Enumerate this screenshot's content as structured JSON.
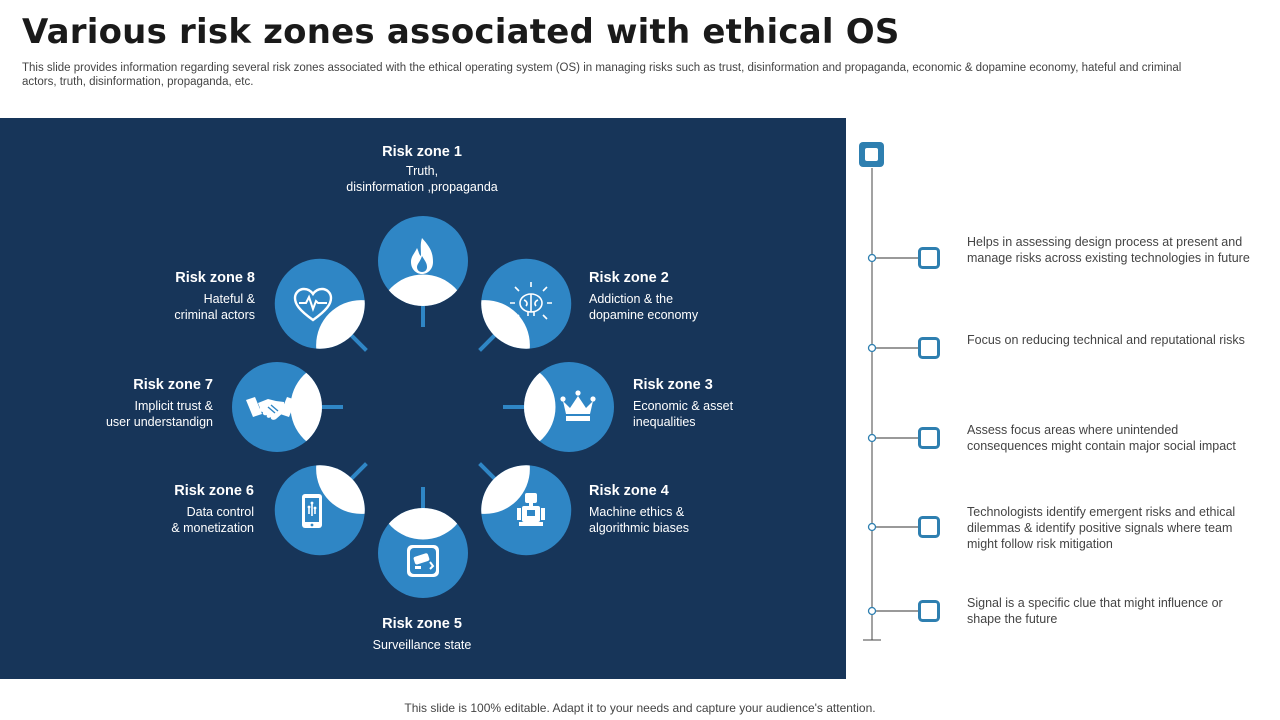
{
  "slide": {
    "title": "Various risk zones associated with ethical OS",
    "subtitle": "This slide provides information regarding several risk zones associated with the ethical operating system (OS) in managing risks such as trust, disinformation and propaganda, economic & dopamine economy, hateful and criminal actors, truth, disinformation, propaganda, etc.",
    "footer": "This slide is 100% editable. Adapt it to your needs and capture your audience's attention."
  },
  "colors": {
    "panel": "#173559",
    "circle": "#2f86c5",
    "timeline_accent": "#2e7fb0"
  },
  "zones": [
    {
      "title": "Risk zone 1",
      "desc": "Truth,\ndisinformation ,propaganda",
      "icon": "fire-icon"
    },
    {
      "title": "Risk zone 2",
      "desc": "Addiction & the\ndopamine economy",
      "icon": "brain-icon"
    },
    {
      "title": "Risk zone 3",
      "desc": "Economic & asset\ninequalities",
      "icon": "crown-icon"
    },
    {
      "title": "Risk zone 4",
      "desc": "Machine ethics &\nalgorithmic biases",
      "icon": "robot-icon"
    },
    {
      "title": "Risk zone 5",
      "desc": "Surveillance state",
      "icon": "camera-icon"
    },
    {
      "title": "Risk zone 6",
      "desc": "Data control\n& monetization",
      "icon": "mobile-data-icon"
    },
    {
      "title": "Risk zone 7",
      "desc": "Implicit trust &\nuser understandign",
      "icon": "handshake-icon"
    },
    {
      "title": "Risk zone 8",
      "desc": "Hateful &\ncriminal actors",
      "icon": "heart-rate-icon"
    }
  ],
  "timeline": {
    "items": [
      {
        "text": "Helps in assessing design process at present and manage risks across existing technologies in future"
      },
      {
        "text": "Focus on reducing technical and reputational risks"
      },
      {
        "text": "Assess focus areas where unintended consequences might contain major social impact"
      },
      {
        "text": "Technologists identify emergent risks and ethical dilemmas & identify positive signals where team might follow risk mitigation"
      },
      {
        "text": "Signal is a specific clue that might influence or shape the future"
      }
    ]
  }
}
